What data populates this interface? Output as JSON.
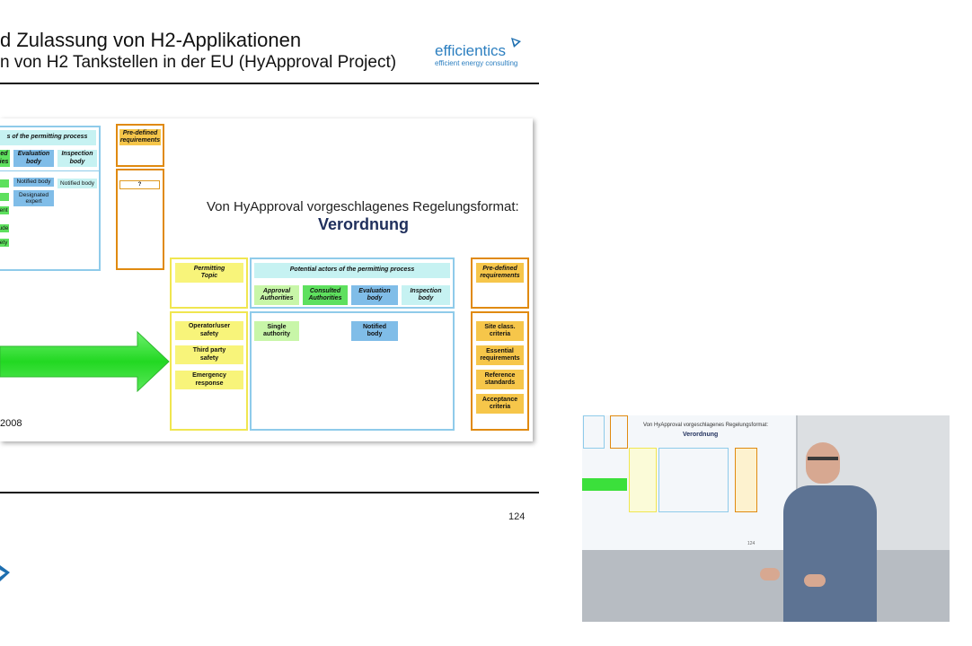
{
  "slide": {
    "title_line1": "d Zulassung von H2-Applikationen",
    "title_line2": "n von H2 Tankstellen in der EU (HyApproval Project)",
    "logo_brand": "efficientics",
    "logo_tagline": "efficient energy consulting",
    "page_number": "124",
    "year_text": "2008",
    "proposal_heading": "Von HyApproval vorgeschlagenes Regelungsformat:",
    "proposal_value": "Verordnung"
  },
  "left_diagram": {
    "header": "s of the permitting process",
    "col_partial": "ed\nies",
    "col_evaluation": "Evaluation\nbody",
    "col_inspection": "Inspection\nbody",
    "row_items": [
      "",
      "",
      "ent",
      "ude",
      "ety"
    ],
    "notified_body_1": "Notified body",
    "notified_body_2": "Notified body",
    "designated_expert": "Designated\nexpert"
  },
  "top_predef": {
    "label": "Pre-defined\nrequirements",
    "value": "?"
  },
  "permitting_topic": {
    "header": "Permitting\nTopic",
    "items": [
      "Operator/user\nsafety",
      "Third party\nsafety",
      "Emergency\nresponse"
    ]
  },
  "actors": {
    "header": "Potential actors of the permitting process",
    "columns": [
      "Approval\nAuthorities",
      "Consulted\nAuthorities",
      "Evaluation\nbody",
      "Inspection\nbody"
    ],
    "single_authority": "Single\nauthority",
    "notified_body": "Notified\nbody"
  },
  "predefined": {
    "header": "Pre-defined\nrequirements",
    "items": [
      "Site class.\ncriteria",
      "Essential\nrequirements",
      "Reference\nstandards",
      "Acceptance\ncriteria"
    ]
  },
  "video": {
    "slide_heading": "Von HyApproval vorgeschlagenes Regelungsformat:",
    "slide_value": "Verordnung",
    "page_number": "124"
  },
  "colors": {
    "accent_blue": "#2c7fc0",
    "green_arrow": "#33dd33",
    "orange_border": "#e08a10",
    "yellow_border": "#f0e650",
    "blue_border": "#8fcbea",
    "heading_navy": "#1f2f5c"
  }
}
